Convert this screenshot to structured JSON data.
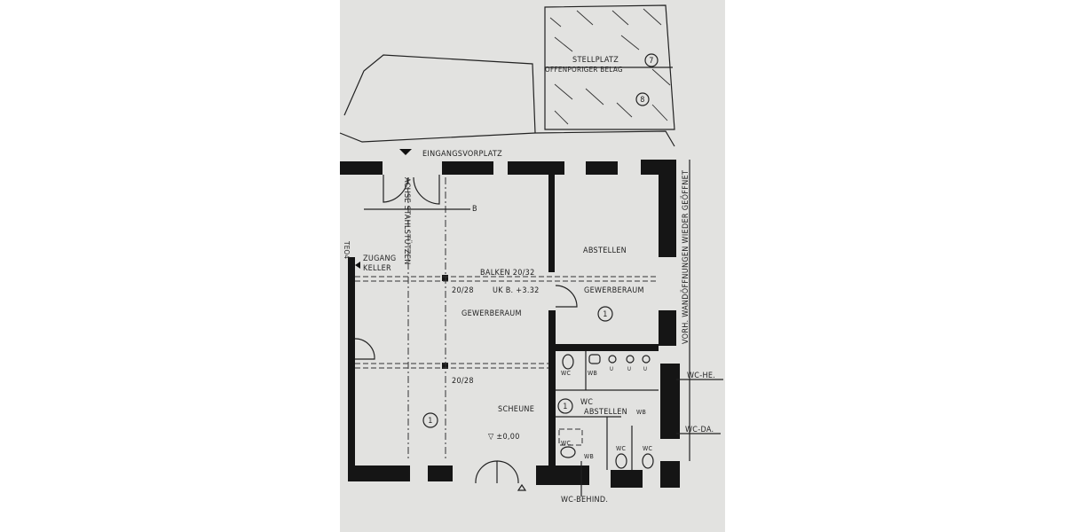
{
  "plan": {
    "labels": {
      "stellplatz": "STELLPLATZ",
      "belag": "OFFENPORIGER BELAG",
      "eingang": "EINGANGSVORPLATZ",
      "achse": "ACHSE STAHLSTÜTZEN",
      "section_b": "B",
      "zugang": "ZUGANG",
      "keller": "KELLER",
      "balken": "BALKEN  20/32",
      "dim1": "20/28",
      "ukb": "UK B.  +3.32",
      "gewerberaum_main": "GEWERBERAUM",
      "abstellen_top": "ABSTELLEN",
      "gewerberaum_right": "GEWERBERAUM",
      "dim2": "20/28",
      "scheune": "SCHEUNE",
      "level": "▽ ±0,00",
      "wc": "WC",
      "wb": "WB",
      "urinal": "U",
      "wc_abstellen": "ABSTELLEN",
      "wc_he": "WC-HE.",
      "wc_da": "WC-DA.",
      "wc_behind": "WC-BEHIND.",
      "vertical_note": "VORH. WANDÖFFNUNGEN WIEDER GEÖFFNET",
      "left_edge": "TEO4"
    },
    "markers": {
      "m7": "7",
      "m8": "8",
      "m1": "1"
    },
    "colors": {
      "paper": "#e2e2e0",
      "ink": "#151515"
    }
  }
}
